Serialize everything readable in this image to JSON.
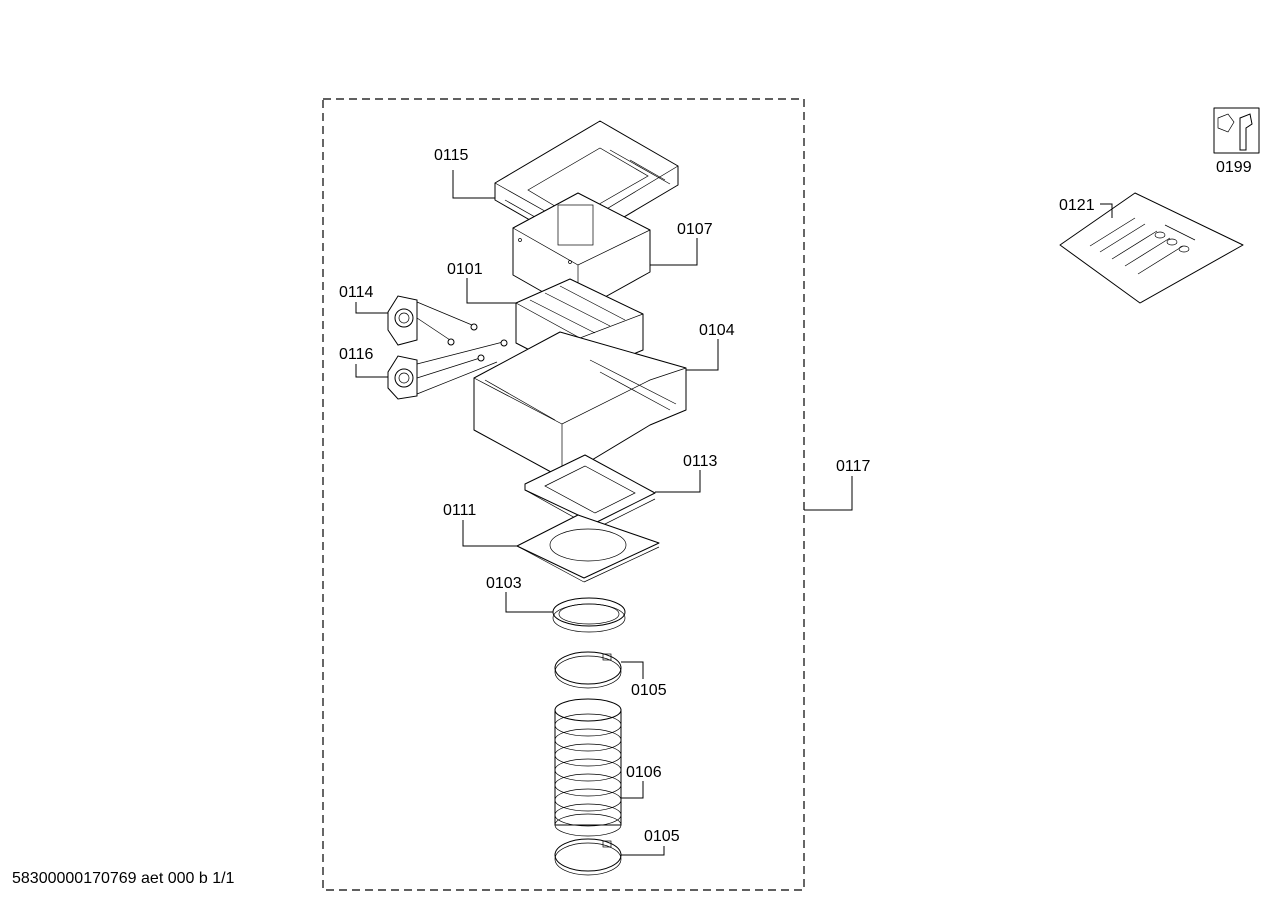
{
  "labels": {
    "p0115": "0115",
    "p0107": "0107",
    "p0101": "0101",
    "p0114": "0114",
    "p0116": "0116",
    "p0104": "0104",
    "p0113": "0113",
    "p0111": "0111",
    "p0103": "0103",
    "p0105a": "0105",
    "p0106": "0106",
    "p0105b": "0105",
    "p0117": "0117",
    "p0121": "0121",
    "p0199": "0199"
  },
  "footer": "58300000170769 aet 000 b 1/1"
}
